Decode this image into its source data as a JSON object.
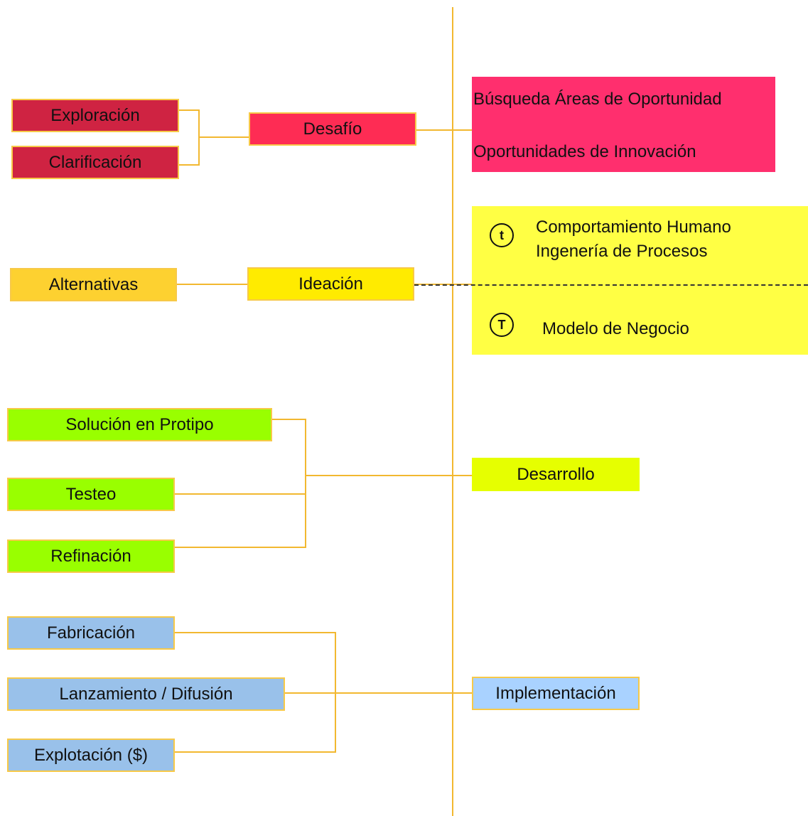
{
  "colors": {
    "connector": "#f2b830",
    "red_dark": "#cf2342",
    "red_bright": "#fe2c54",
    "pink": "#ff2f6e",
    "orange": "#fdd130",
    "yellow": "#ffeb00",
    "yellow_panel": "#ffff44",
    "lime": "#e6ff00",
    "green": "#99ff00",
    "blue": "#99c1ea",
    "light_blue": "#a9d2ff"
  },
  "stage1": {
    "sub": [
      "Exploración",
      "Clarificación"
    ],
    "main": "Desafío",
    "panel": [
      "Búsqueda Áreas de Oportunidad",
      "Oportunidades de Innovación"
    ]
  },
  "stage2": {
    "sub": "Alternativas",
    "main": "Ideación",
    "panel": {
      "icon_small": "t",
      "line1": "Comportamiento Humano",
      "line2": "Ingenería de Procesos",
      "icon_big": "T",
      "line3": "Modelo de Negocio"
    }
  },
  "stage3": {
    "sub": [
      "Solución en Protipo",
      "Testeo",
      "Refinación"
    ],
    "main": "Desarrollo"
  },
  "stage4": {
    "sub": [
      "Fabricación",
      "Lanzamiento / Difusión",
      "Explotación ($)"
    ],
    "main": "Implementación"
  }
}
